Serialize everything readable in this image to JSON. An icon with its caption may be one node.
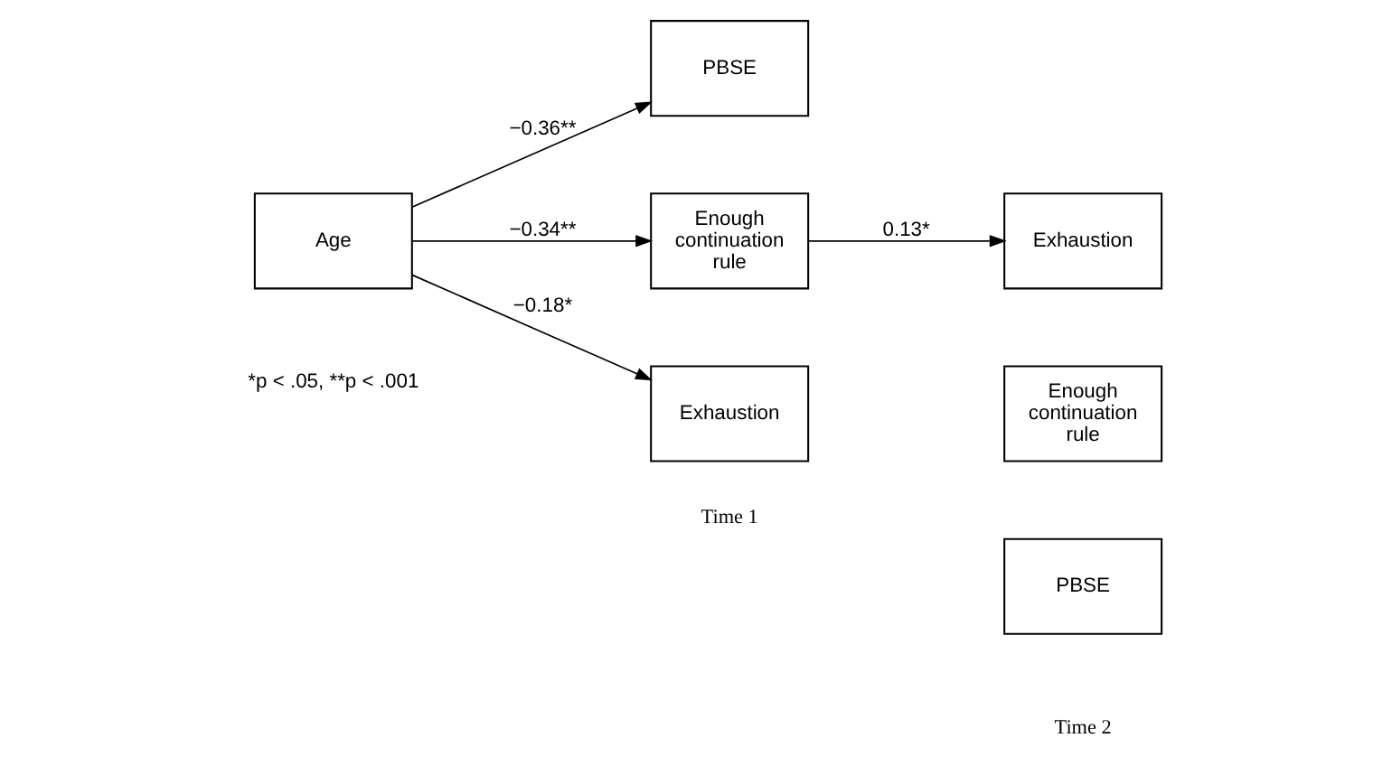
{
  "diagram": {
    "nodes": [
      {
        "text": [
          "Age"
        ]
      },
      {
        "text": [
          "PBSE"
        ]
      },
      {
        "text": [
          "Enough continuation rule"
        ]
      },
      {
        "text": [
          "Exhaustion"
        ]
      },
      {
        "text": [
          "PBSE"
        ]
      },
      {
        "text": [
          "Enough continuation rule"
        ]
      },
      {
        "text": [
          "Exhaustion"
        ]
      }
    ],
    "edges": [
      {
        "from": 0,
        "to": 1,
        "arrow": "to",
        "label": "−0.36**"
      },
      {
        "from": 0,
        "to": 2,
        "arrow": "to",
        "label": "−0.34**"
      },
      {
        "from": 0,
        "to": 3,
        "arrow": "to",
        "label": "−0.18*"
      },
      {
        "from": 2,
        "to": 6,
        "arrow": "to",
        "label": "0.13*"
      }
    ],
    "labels": [
      "Time 1",
      "Time 2",
      "*p < .05, **p < .001"
    ]
  }
}
